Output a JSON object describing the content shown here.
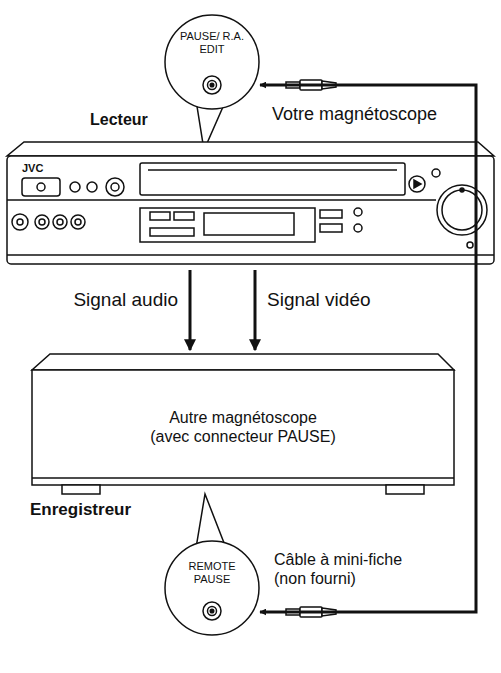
{
  "diagram": {
    "nodes": [
      {
        "text": [
          "PAUSE/ R.A. EDIT"
        ]
      },
      {
        "text": [
          "Lecteur",
          "Votre magnétoscope",
          "JVC"
        ]
      },
      {
        "text": [
          "Autre magnétoscope (avec connecteur PAUSE)",
          "Enregistreur"
        ]
      },
      {
        "text": [
          "REMOTE PAUSE"
        ]
      }
    ],
    "edges": [
      {
        "from": 1,
        "to": 2,
        "label": "Signal audio",
        "arrow": "to"
      },
      {
        "from": 1,
        "to": 2,
        "label": "Signal vidéo",
        "arrow": "to"
      },
      {
        "from": 0,
        "to": 3,
        "arrow": "both"
      }
    ],
    "labels": [
      "Câble à mini-fiche (non fourni)"
    ]
  }
}
